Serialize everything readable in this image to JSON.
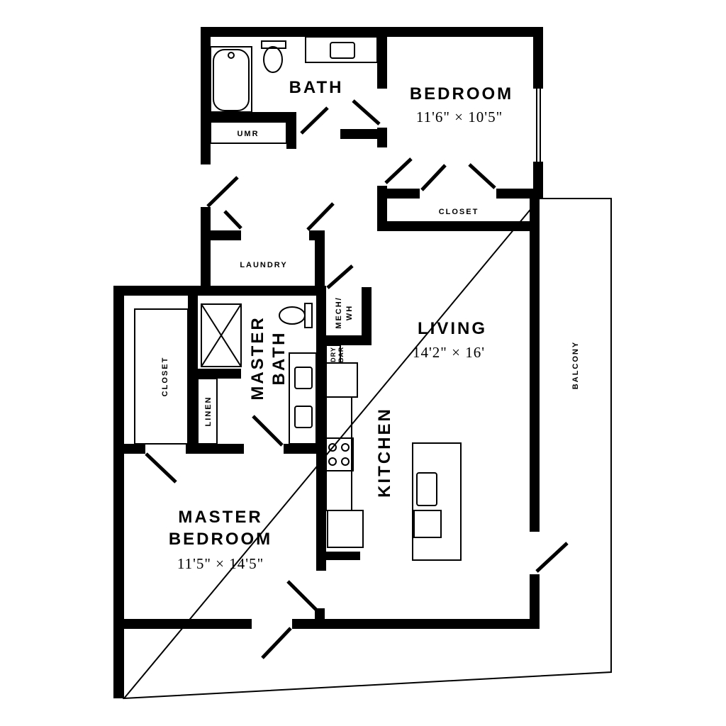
{
  "rooms": {
    "bath": "BATH",
    "bedroom": "BEDROOM",
    "bedroom_dim": "11'6\" × 10'5\"",
    "umr": "UMR",
    "closet_bedroom": "CLOSET",
    "laundry": "LAUNDRY",
    "living": "LIVING",
    "living_dim": "14'2\" × 16'",
    "balcony": "BALCONY",
    "mech_line1": "MECH/",
    "mech_line2": "WH",
    "dry_line1": "DRY",
    "dry_line2": "BAR",
    "master_bath_line1": "MASTER",
    "master_bath_line2": "BATH",
    "closet_master": "CLOSET",
    "linen": "LINEN",
    "kitchen": "KITCHEN",
    "master_bedroom_line1": "MASTER",
    "master_bedroom_line2": "BEDROOM",
    "master_bedroom_dim": "11'5\" × 14'5\""
  }
}
